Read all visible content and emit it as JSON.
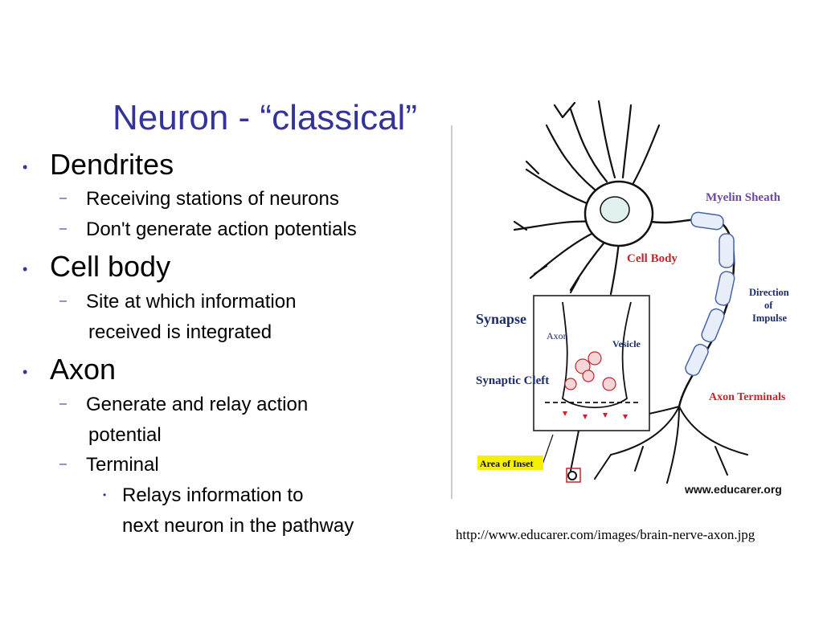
{
  "slide": {
    "title": "Neuron - “classical”",
    "bullets": [
      {
        "label": "Dendrites",
        "subs": [
          "Receiving stations of neurons",
          "Don't generate action potentials"
        ]
      },
      {
        "label": "Cell body",
        "subs": [
          "Site at which information",
          "received is integrated"
        ]
      },
      {
        "label": "Axon",
        "subs": [
          "Generate and relay action",
          "potential",
          "Terminal"
        ],
        "subsubs": [
          "Relays information to",
          "next neuron in the pathway"
        ]
      }
    ],
    "bullet_glyph": "•",
    "dash_glyph": "–"
  },
  "figure": {
    "labels": {
      "myelin": "Myelin Sheath",
      "cell_body": "Cell Body",
      "direction": [
        "Direction",
        "of",
        "Impulse"
      ],
      "synapse": "Synapse",
      "axon": "Axon",
      "vesicle": "Vesicle",
      "synaptic_cleft": "Synaptic Cleft",
      "axon_terminals": "Axon Terminals",
      "area_of_inset": "Area of Inset",
      "watermark": "www.educarer.org"
    },
    "caption": "http://www.educarer.com/images/brain-nerve-axon.jpg",
    "colors": {
      "title": "#33339a",
      "label_purple": "#6a4aa0",
      "label_red": "#c0262c",
      "label_navy": "#1d2c6b",
      "highlight": "#f5f000"
    }
  }
}
